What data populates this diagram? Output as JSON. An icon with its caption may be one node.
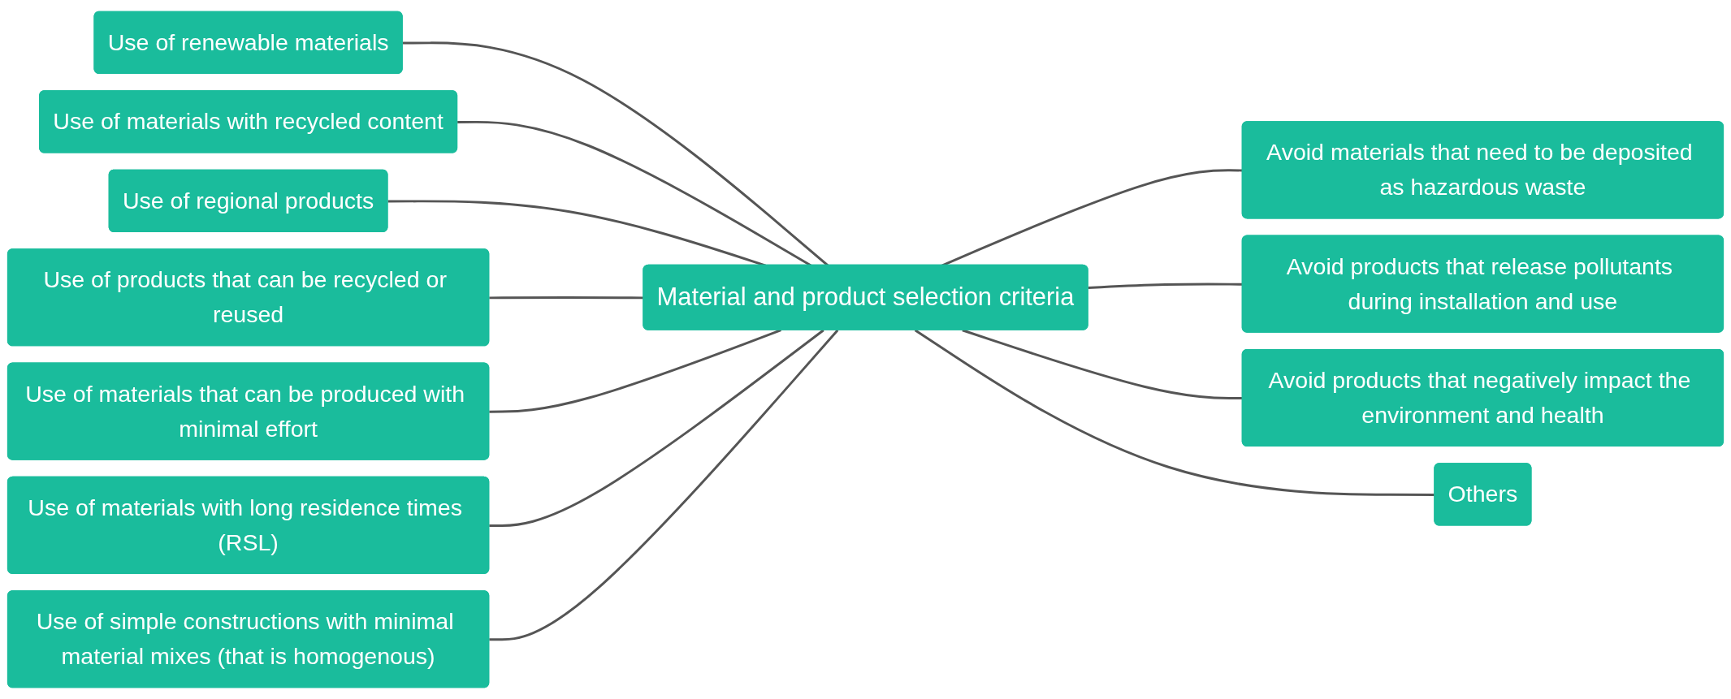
{
  "diagram": {
    "nodes": [
      {
        "text": [
          "Use of renewable materials"
        ]
      },
      {
        "text": [
          "Use of materials with recycled content"
        ]
      },
      {
        "text": [
          "Use of regional products"
        ]
      },
      {
        "text": [
          "Use of products that can be recycled or reused"
        ]
      },
      {
        "text": [
          "Use of materials that can be produced with minimal effort"
        ]
      },
      {
        "text": [
          "Use of materials with long residence times (RSL)"
        ]
      },
      {
        "text": [
          "Use of simple constructions with minimal material mixes (that is homogenous)"
        ]
      },
      {
        "text": [
          "Material and product selection criteria"
        ]
      },
      {
        "text": [
          "Avoid materials that need to be deposited as hazardous waste"
        ]
      },
      {
        "text": [
          "Avoid products that release pollutants during installation and use"
        ]
      },
      {
        "text": [
          "Avoid products that negatively impact the environment and health"
        ]
      },
      {
        "text": [
          "Others"
        ]
      }
    ],
    "edges": [
      {
        "from": 0,
        "to": 7,
        "arrow": "none"
      },
      {
        "from": 1,
        "to": 7,
        "arrow": "none"
      },
      {
        "from": 2,
        "to": 7,
        "arrow": "none"
      },
      {
        "from": 3,
        "to": 7,
        "arrow": "none"
      },
      {
        "from": 4,
        "to": 7,
        "arrow": "none"
      },
      {
        "from": 5,
        "to": 7,
        "arrow": "none"
      },
      {
        "from": 6,
        "to": 7,
        "arrow": "none"
      },
      {
        "from": 7,
        "to": 8,
        "arrow": "none"
      },
      {
        "from": 7,
        "to": 9,
        "arrow": "none"
      },
      {
        "from": 7,
        "to": 10,
        "arrow": "none"
      },
      {
        "from": 7,
        "to": 11,
        "arrow": "none"
      }
    ]
  }
}
